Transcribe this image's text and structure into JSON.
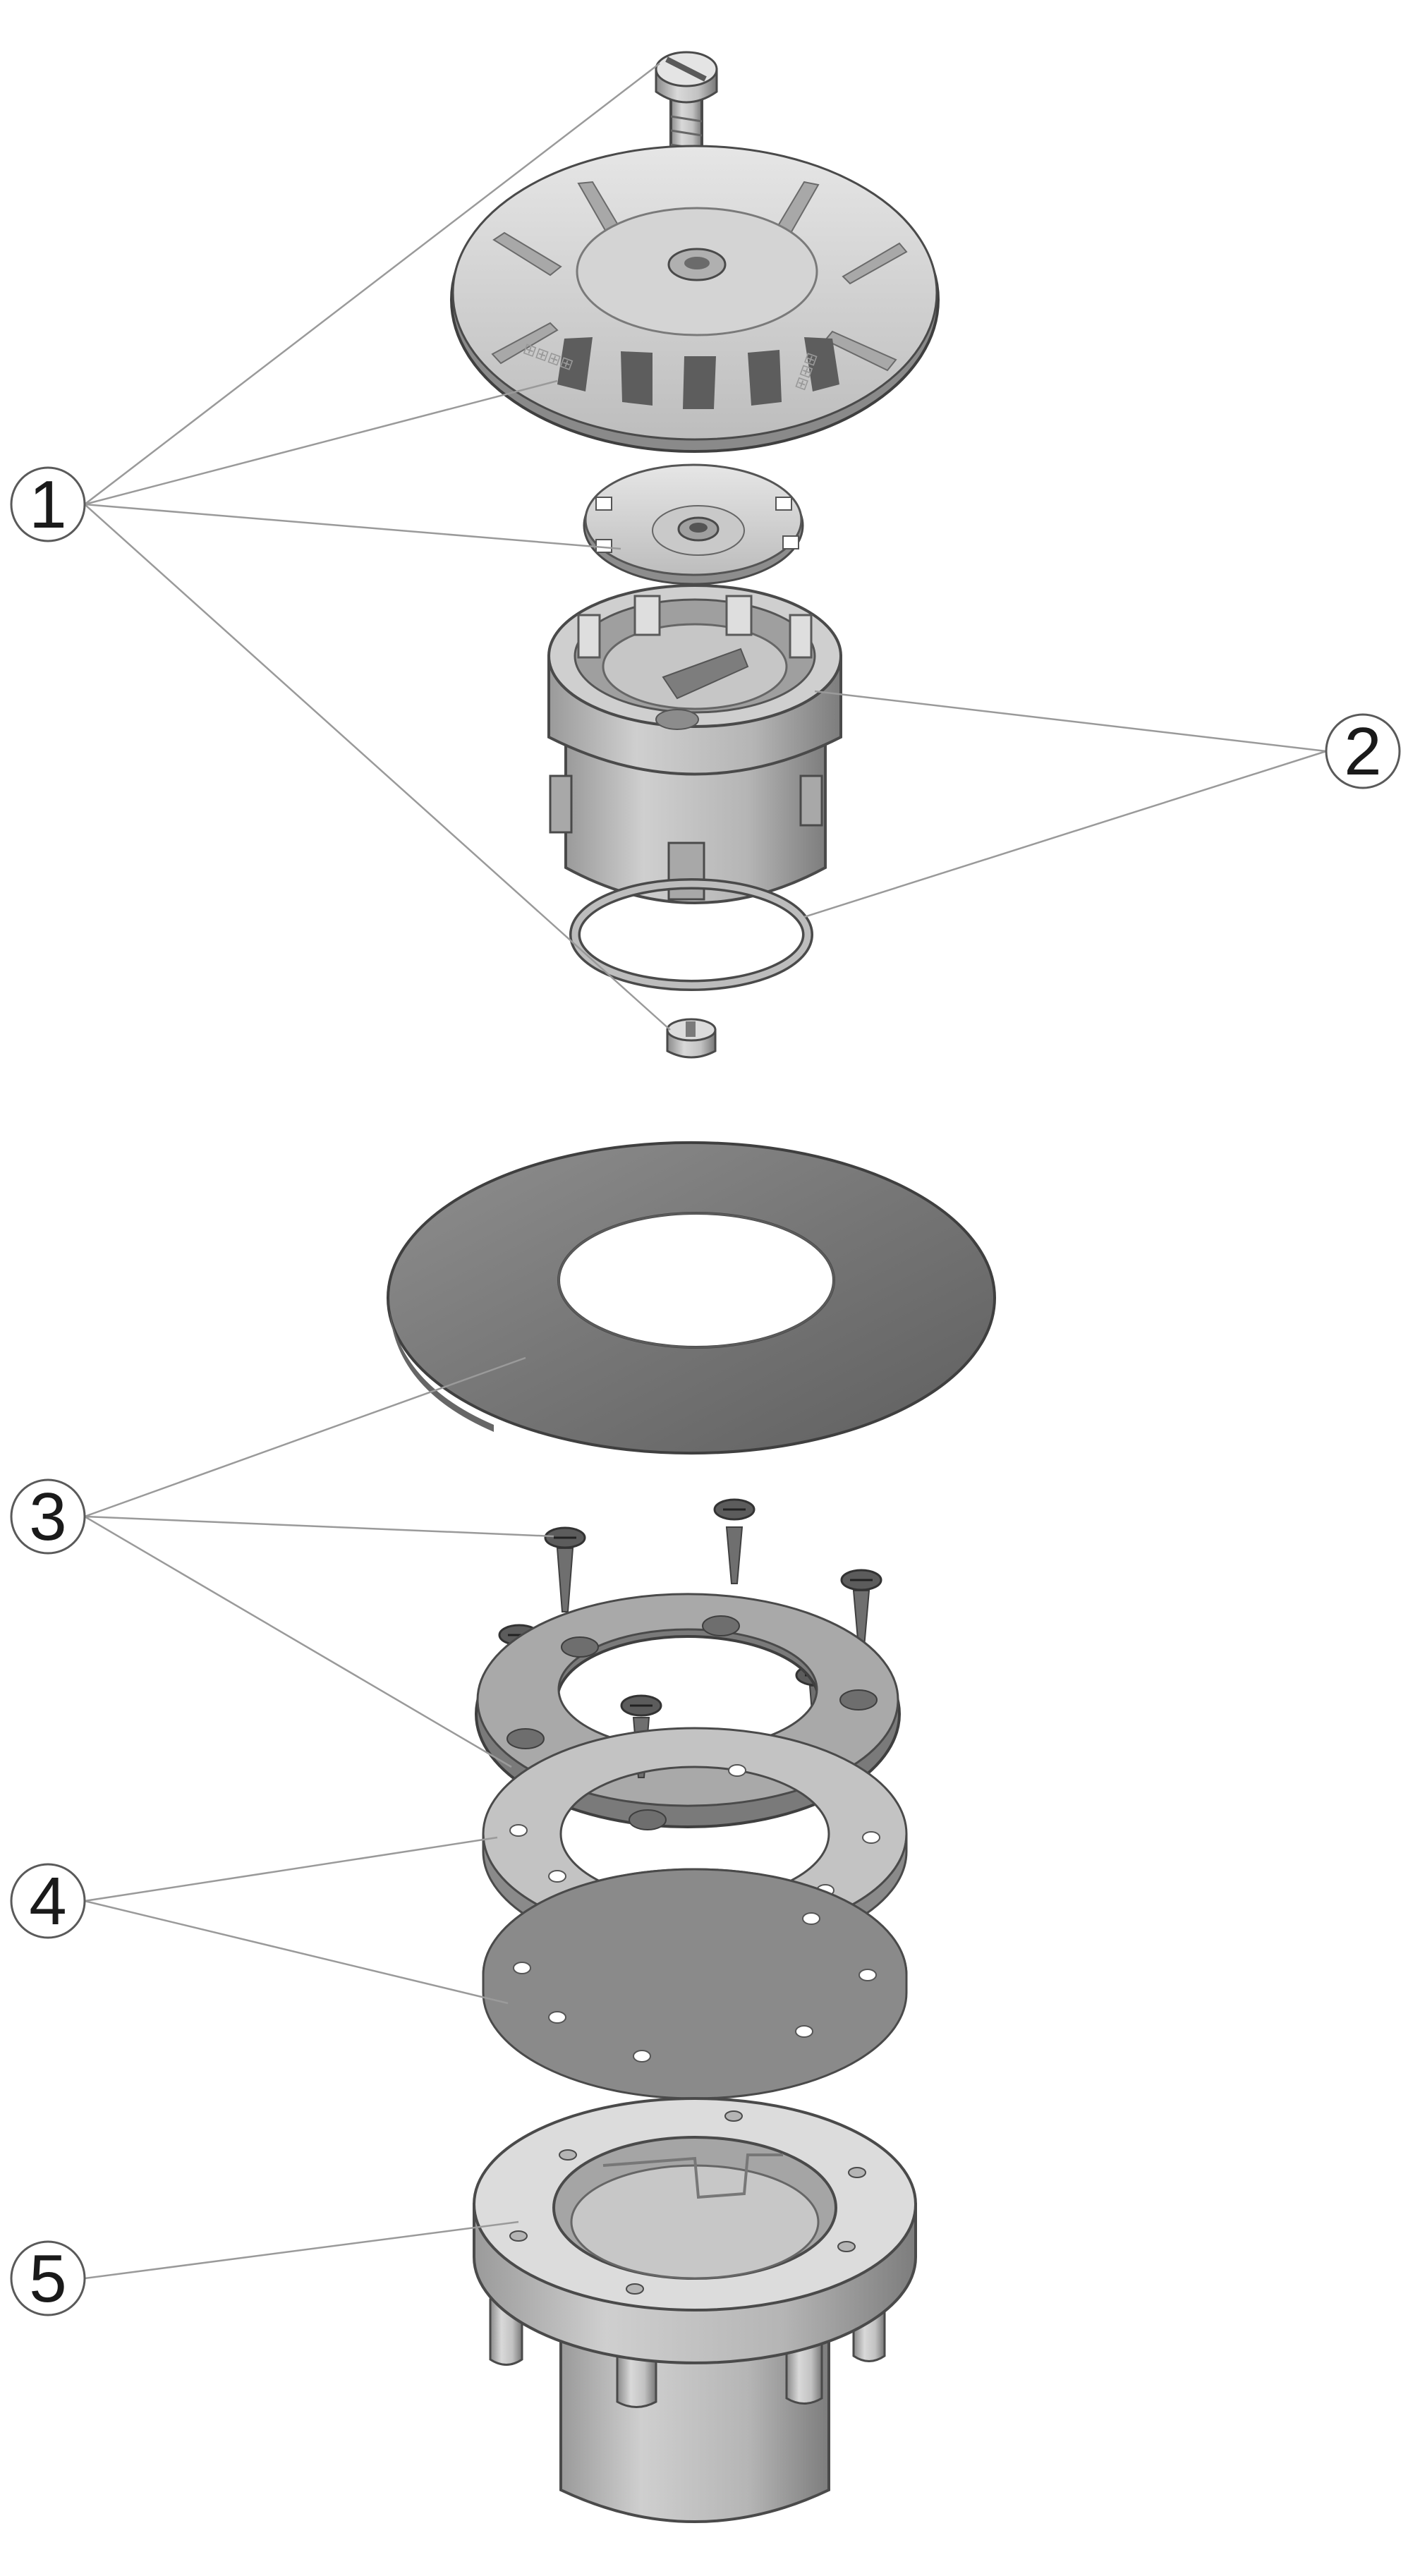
{
  "callouts": [
    {
      "id": "1",
      "label": "1"
    },
    {
      "id": "2",
      "label": "2"
    },
    {
      "id": "3",
      "label": "3"
    },
    {
      "id": "4",
      "label": "4"
    },
    {
      "id": "5",
      "label": "5"
    }
  ],
  "colors": {
    "part_light": "#d9d9d9",
    "part_mid": "#bdbdbd",
    "part_dark": "#7a7a7a",
    "edge": "#4a4a4a",
    "leader": "#9a9a9a",
    "background": "#ffffff"
  }
}
